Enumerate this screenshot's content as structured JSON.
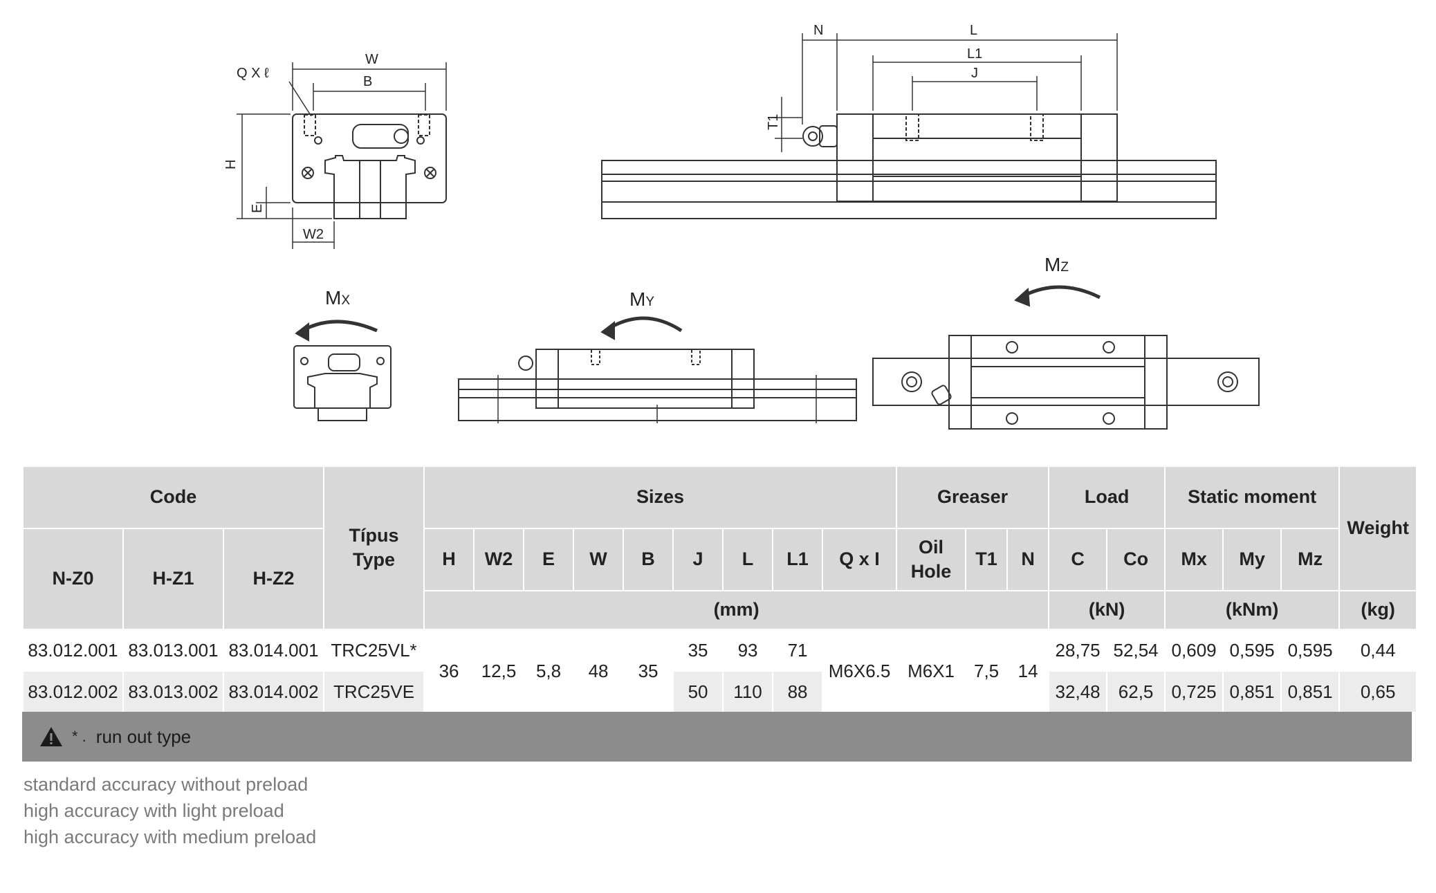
{
  "drawing_labels": {
    "w": "W",
    "b": "B",
    "qxl": "Q X ℓ",
    "h": "H",
    "e": "E",
    "w2": "W2",
    "n": "N",
    "l": "L",
    "l1": "L1",
    "j": "J",
    "t1": "T1",
    "mx_main": "M",
    "mx_sub": "X",
    "my_main": "M",
    "my_sub": "Y",
    "mz_main": "M",
    "mz_sub": "Z"
  },
  "table": {
    "headers": {
      "code": "Code",
      "n_z0": "N-Z0",
      "h_z1": "H-Z1",
      "h_z2": "H-Z2",
      "tipus": "Típus",
      "type": "Type",
      "sizes": "Sizes",
      "H": "H",
      "W2": "W2",
      "E": "E",
      "W": "W",
      "B": "B",
      "J": "J",
      "L": "L",
      "L1": "L1",
      "QxI": "Q x I",
      "greaser": "Greaser",
      "oil": "Oil",
      "hole": "Hole",
      "T1": "T1",
      "N": "N",
      "load": "Load",
      "C": "C",
      "Co": "Co",
      "static_moment": "Static moment",
      "Mx": "Mx",
      "My": "My",
      "Mz": "Mz",
      "weight": "Weight",
      "unit_mm": "(mm)",
      "unit_kn": "(kN)",
      "unit_knm": "(kNm)",
      "unit_kg": "(kg)"
    },
    "shared": {
      "H": "36",
      "W2": "12,5",
      "E": "5,8",
      "W": "48",
      "B": "35",
      "QxI": "M6X6.5",
      "oil_hole": "M6X1",
      "T1": "7,5",
      "N": "14"
    },
    "rows": [
      {
        "n_z0": "83.012.001",
        "h_z1": "83.013.001",
        "h_z2": "83.014.001",
        "type": "TRC25VL*",
        "J": "35",
        "L": "93",
        "L1": "71",
        "C": "28,75",
        "Co": "52,54",
        "Mx": "0,609",
        "My": "0,595",
        "Mz": "0,595",
        "weight": "0,44"
      },
      {
        "n_z0": "83.012.002",
        "h_z1": "83.013.002",
        "h_z2": "83.014.002",
        "type": "TRC25VE",
        "J": "50",
        "L": "110",
        "L1": "88",
        "C": "32,48",
        "Co": "62,5",
        "Mx": "0,725",
        "My": "0,851",
        "Mz": "0,851",
        "weight": "0,65"
      }
    ]
  },
  "note": {
    "star": "* .",
    "text": "run out type"
  },
  "legend": [
    "standard accuracy without preload",
    "high accuracy with light preload",
    "high accuracy with medium preload"
  ]
}
